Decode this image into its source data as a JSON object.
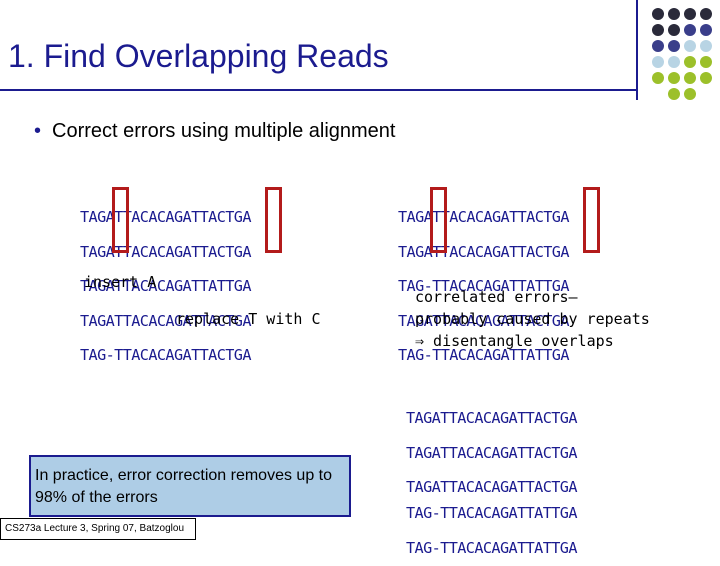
{
  "slide": {
    "title": "1. Find Overlapping Reads",
    "bullet": "Correct errors using multiple alignment",
    "left_alignment": [
      "TAGATTACACAGATTACTGA",
      "TAGATTACACAGATTACTGA",
      "TAGATTACACAGATTATTGA",
      "TAGATTACACAGATTACTGA",
      "TAG-TTACACAGATTACTGA"
    ],
    "right_alignment": [
      "TAGATTACACAGATTACTGA",
      "TAGATTACACAGATTACTGA",
      "TAG-TTACACAGATTATTGA",
      "TAGATTACACAGATTACTGA",
      "TAG-TTACACAGATTATTGA"
    ],
    "label_insert": "insert A",
    "label_replace": "replace T with C",
    "correlated": [
      "correlated errors—",
      "probably caused by repeats",
      "⇒ disentangle overlaps"
    ],
    "cluster_a": [
      "TAGATTACACAGATTACTGA",
      "TAGATTACACAGATTACTGA",
      "TAGATTACACAGATTACTGA"
    ],
    "cluster_b": [
      "TAG-TTACACAGATTATTGA",
      "TAG-TTACACAGATTATTGA"
    ],
    "callout": "In practice, error correction removes up to 98% of the errors",
    "footer": "CS273a Lecture 3, Spring 07, Batzoglou"
  },
  "colors": {
    "accent": "#1b1b8f",
    "error_box": "#b31b1b",
    "callout_bg": "#aecde6"
  }
}
